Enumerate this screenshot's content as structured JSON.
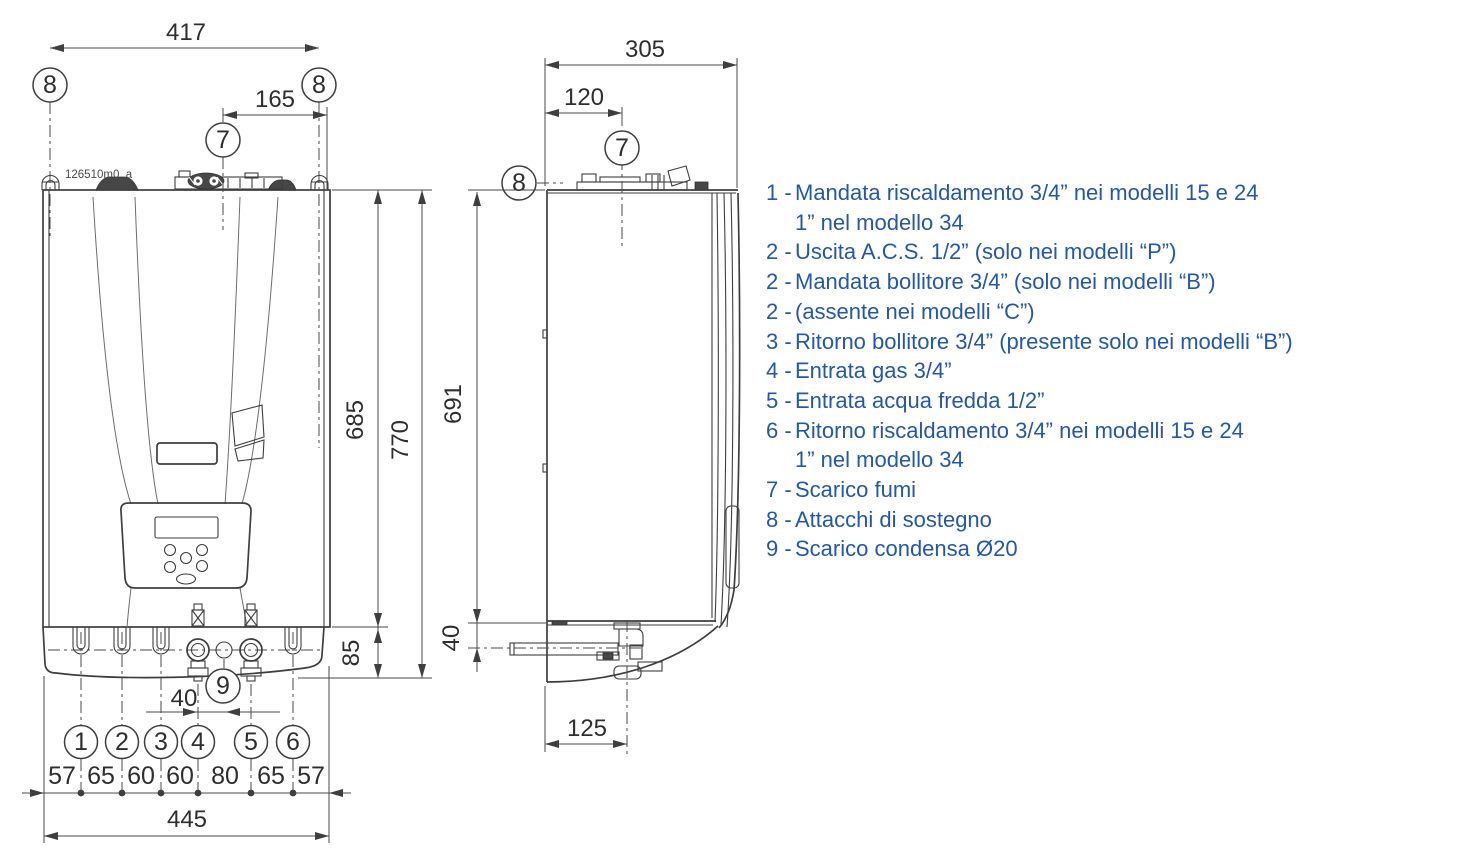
{
  "drawing_code": "126510m0_a",
  "colors": {
    "legend_text": "#2458A6",
    "line": "#3e3e3e"
  },
  "front_view": {
    "dim_top_width": "417",
    "dim_flue_offset": "165",
    "dim_body_height": "685",
    "dim_total_height": "770",
    "dim_bottom_panel": "85",
    "dim_gas_to_drain": "40",
    "dim_total_width": "445",
    "segment_widths": [
      "57",
      "65",
      "60",
      "60",
      "80",
      "65",
      "57"
    ],
    "callout_bracket": "8",
    "callout_flue": "7",
    "callout_drain": "9",
    "callout_connections": [
      "1",
      "2",
      "3",
      "4",
      "5",
      "6"
    ]
  },
  "side_view": {
    "dim_depth": "305",
    "dim_flue_offset": "120",
    "dim_height": "691",
    "dim_pipe_offset": "40",
    "dim_drain_depth": "125",
    "callout_bracket": "8",
    "callout_flue": "7"
  },
  "legend": {
    "lines": [
      {
        "label": "1 -",
        "text": "Mandata riscaldamento 3/4” nei modelli 15 e 24"
      },
      {
        "label": "",
        "text": "1” nel modello 34"
      },
      {
        "label": "2 -",
        "text": "Uscita A.C.S. 1/2” (solo nei modelli “P”)"
      },
      {
        "label": "2 -",
        "text": "Mandata bollitore 3/4” (solo nei modelli “B”)"
      },
      {
        "label": "2 -",
        "text": "(assente nei modelli “C”)"
      },
      {
        "label": "3 -",
        "text": "Ritorno bollitore 3/4” (presente solo nei modelli “B”)"
      },
      {
        "label": "4 -",
        "text": "Entrata gas 3/4”"
      },
      {
        "label": "5 -",
        "text": "Entrata acqua fredda 1/2”"
      },
      {
        "label": "6 -",
        "text": "Ritorno riscaldamento 3/4” nei modelli 15 e 24"
      },
      {
        "label": "",
        "text": "1” nel modello 34"
      },
      {
        "label": "7 -",
        "text": "Scarico fumi"
      },
      {
        "label": "8 -",
        "text": "Attacchi di sostegno"
      },
      {
        "label": "9 -",
        "text": "Scarico condensa Ø20"
      }
    ]
  }
}
